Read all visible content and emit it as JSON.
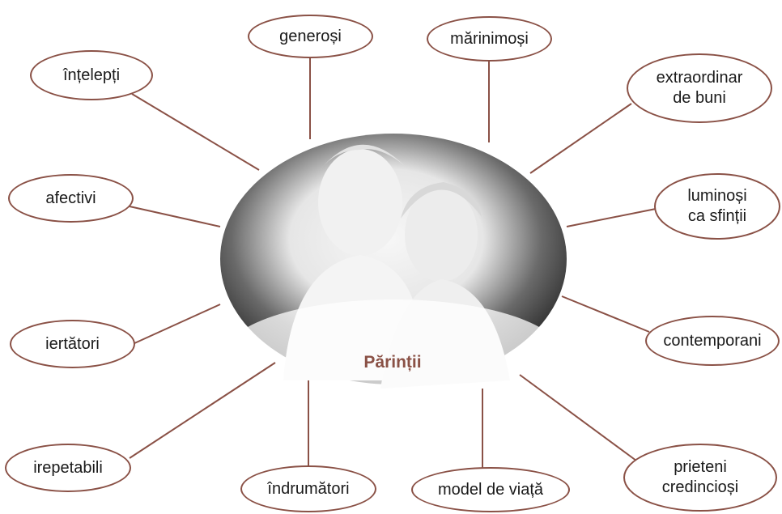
{
  "colors": {
    "accent": "#8a5146",
    "text": "#1a1a1a",
    "photo_light": "#f2f2f2",
    "photo_dark": "#202020"
  },
  "center_photo": {
    "icon": "parents-couple-photo"
  },
  "center_label": "Părinții",
  "nodes": [
    {
      "id": "intelepti",
      "label": "înțelepți"
    },
    {
      "id": "generosi",
      "label": "generoși"
    },
    {
      "id": "marinimosi",
      "label": "mărinimoși"
    },
    {
      "id": "extraordinar",
      "label": "extraordinar\nde buni"
    },
    {
      "id": "afectivi",
      "label": "afectivi"
    },
    {
      "id": "luminosi",
      "label": "luminoși\nca sfinții"
    },
    {
      "id": "iertatori",
      "label": "iertători"
    },
    {
      "id": "contemporani",
      "label": "contemporani"
    },
    {
      "id": "irepetabili",
      "label": "irepetabili"
    },
    {
      "id": "indrumatori",
      "label": "îndrumători"
    },
    {
      "id": "model",
      "label": "model de viață"
    },
    {
      "id": "prieteni",
      "label": "prieteni\ncredincioși"
    }
  ]
}
